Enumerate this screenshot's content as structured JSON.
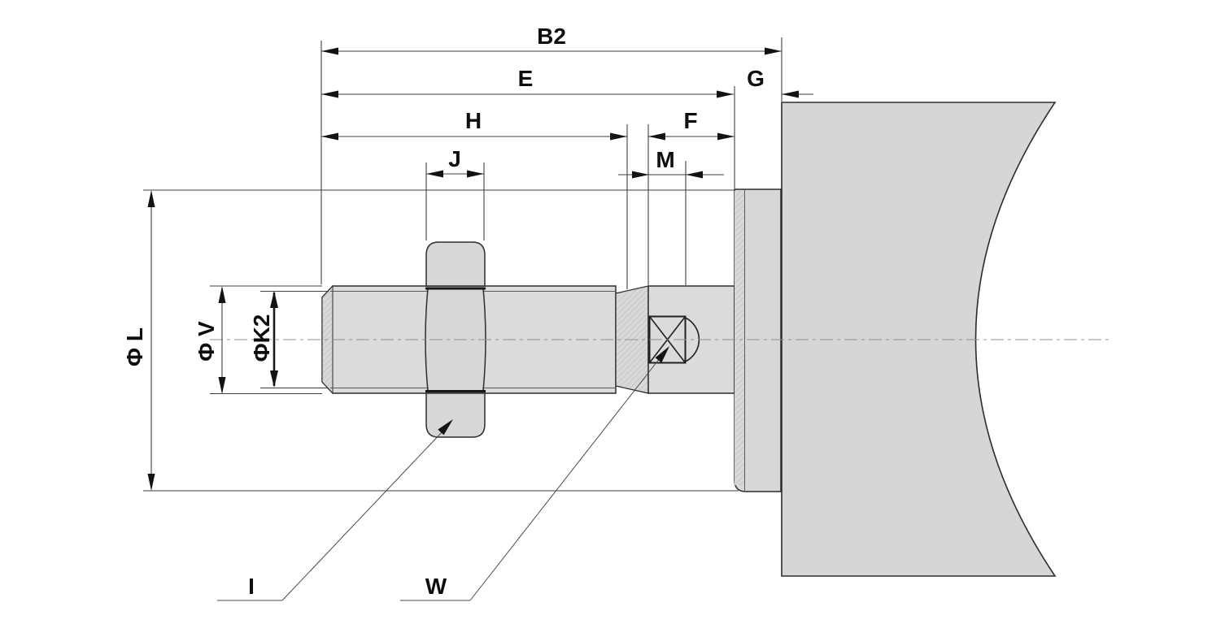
{
  "drawing": {
    "dimension_labels": {
      "b2": "B2",
      "e": "E",
      "g": "G",
      "h": "H",
      "f": "F",
      "j": "J",
      "m": "M",
      "phi_l": "Φ L",
      "phi_v": "Φ V",
      "phi_k2": "ΦK2"
    },
    "callout_labels": {
      "i": "I",
      "w": "W"
    },
    "colors": {
      "background": "#ffffff",
      "part_fill": "#dbdbdb",
      "body_fill": "#d6d6d6",
      "outline": "#2d2d2d",
      "dimension_line": "#3f3f3f",
      "centerline": "#909090",
      "label": "#0e0e0e"
    }
  }
}
